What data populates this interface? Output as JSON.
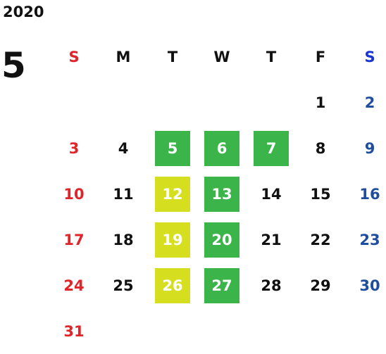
{
  "year": "2020",
  "month": "5",
  "colors": {
    "sunday": "#e0252a",
    "saturday": "#1f4e9e",
    "green_highlight": "#3bb44a",
    "yellow_highlight": "#d5df1f"
  },
  "weekdays": [
    "S",
    "M",
    "T",
    "W",
    "T",
    "F",
    "S"
  ],
  "weeks": [
    [
      null,
      null,
      null,
      null,
      null,
      {
        "day": "1"
      },
      {
        "day": "2"
      }
    ],
    [
      {
        "day": "3"
      },
      {
        "day": "4"
      },
      {
        "day": "5",
        "highlight": "green"
      },
      {
        "day": "6",
        "highlight": "green"
      },
      {
        "day": "7",
        "highlight": "green"
      },
      {
        "day": "8"
      },
      {
        "day": "9"
      }
    ],
    [
      {
        "day": "10"
      },
      {
        "day": "11"
      },
      {
        "day": "12",
        "highlight": "yellow"
      },
      {
        "day": "13",
        "highlight": "green"
      },
      {
        "day": "14"
      },
      {
        "day": "15"
      },
      {
        "day": "16"
      }
    ],
    [
      {
        "day": "17"
      },
      {
        "day": "18"
      },
      {
        "day": "19",
        "highlight": "yellow"
      },
      {
        "day": "20",
        "highlight": "green"
      },
      {
        "day": "21"
      },
      {
        "day": "22"
      },
      {
        "day": "23"
      }
    ],
    [
      {
        "day": "24"
      },
      {
        "day": "25"
      },
      {
        "day": "26",
        "highlight": "yellow"
      },
      {
        "day": "27",
        "highlight": "green"
      },
      {
        "day": "28"
      },
      {
        "day": "29"
      },
      {
        "day": "30"
      }
    ],
    [
      {
        "day": "31"
      },
      null,
      null,
      null,
      null,
      null,
      null
    ]
  ]
}
